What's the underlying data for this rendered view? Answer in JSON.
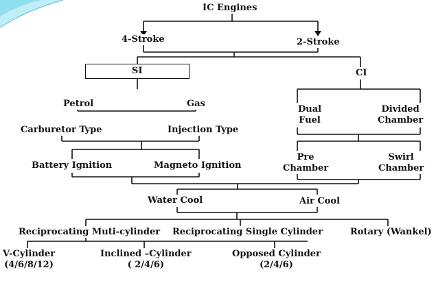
{
  "nodes": {
    "ic": "IC Engines",
    "four_stroke": "4-Stroke",
    "two_stroke": "2-Stroke",
    "si": "SI",
    "ci": "CI",
    "petrol": "Petrol",
    "gas": "Gas",
    "dual_fuel_1": "Dual",
    "dual_fuel_2": "Fuel",
    "divided_1": "Divided",
    "divided_2": "Chamber",
    "carburetor": "Carburetor  Type",
    "injection": "Injection Type",
    "pre_1": "Pre",
    "pre_2": "Chamber",
    "swirl_1": "Swirl",
    "swirl_2": "Chamber",
    "battery": "Battery Ignition",
    "magneto": "Magneto  Ignition",
    "water": "Water Cool",
    "air": "Air Cool",
    "recip_multi": "Reciprocating Muti-cylinder",
    "recip_single": "Reciprocating Single Cylinder",
    "rotary": "Rotary (Wankel)",
    "v_cyl_1": "V-Cylinder",
    "v_cyl_2": "(4/6/8/12)",
    "inclined_1": "Inclined –Cylinder",
    "inclined_2": "( 2/4/6)",
    "opposed_1": "Opposed  Cylinder",
    "opposed_2": "(2/4/6)"
  },
  "colors": {
    "line": "#111111",
    "accent": "#6ad3e6"
  }
}
